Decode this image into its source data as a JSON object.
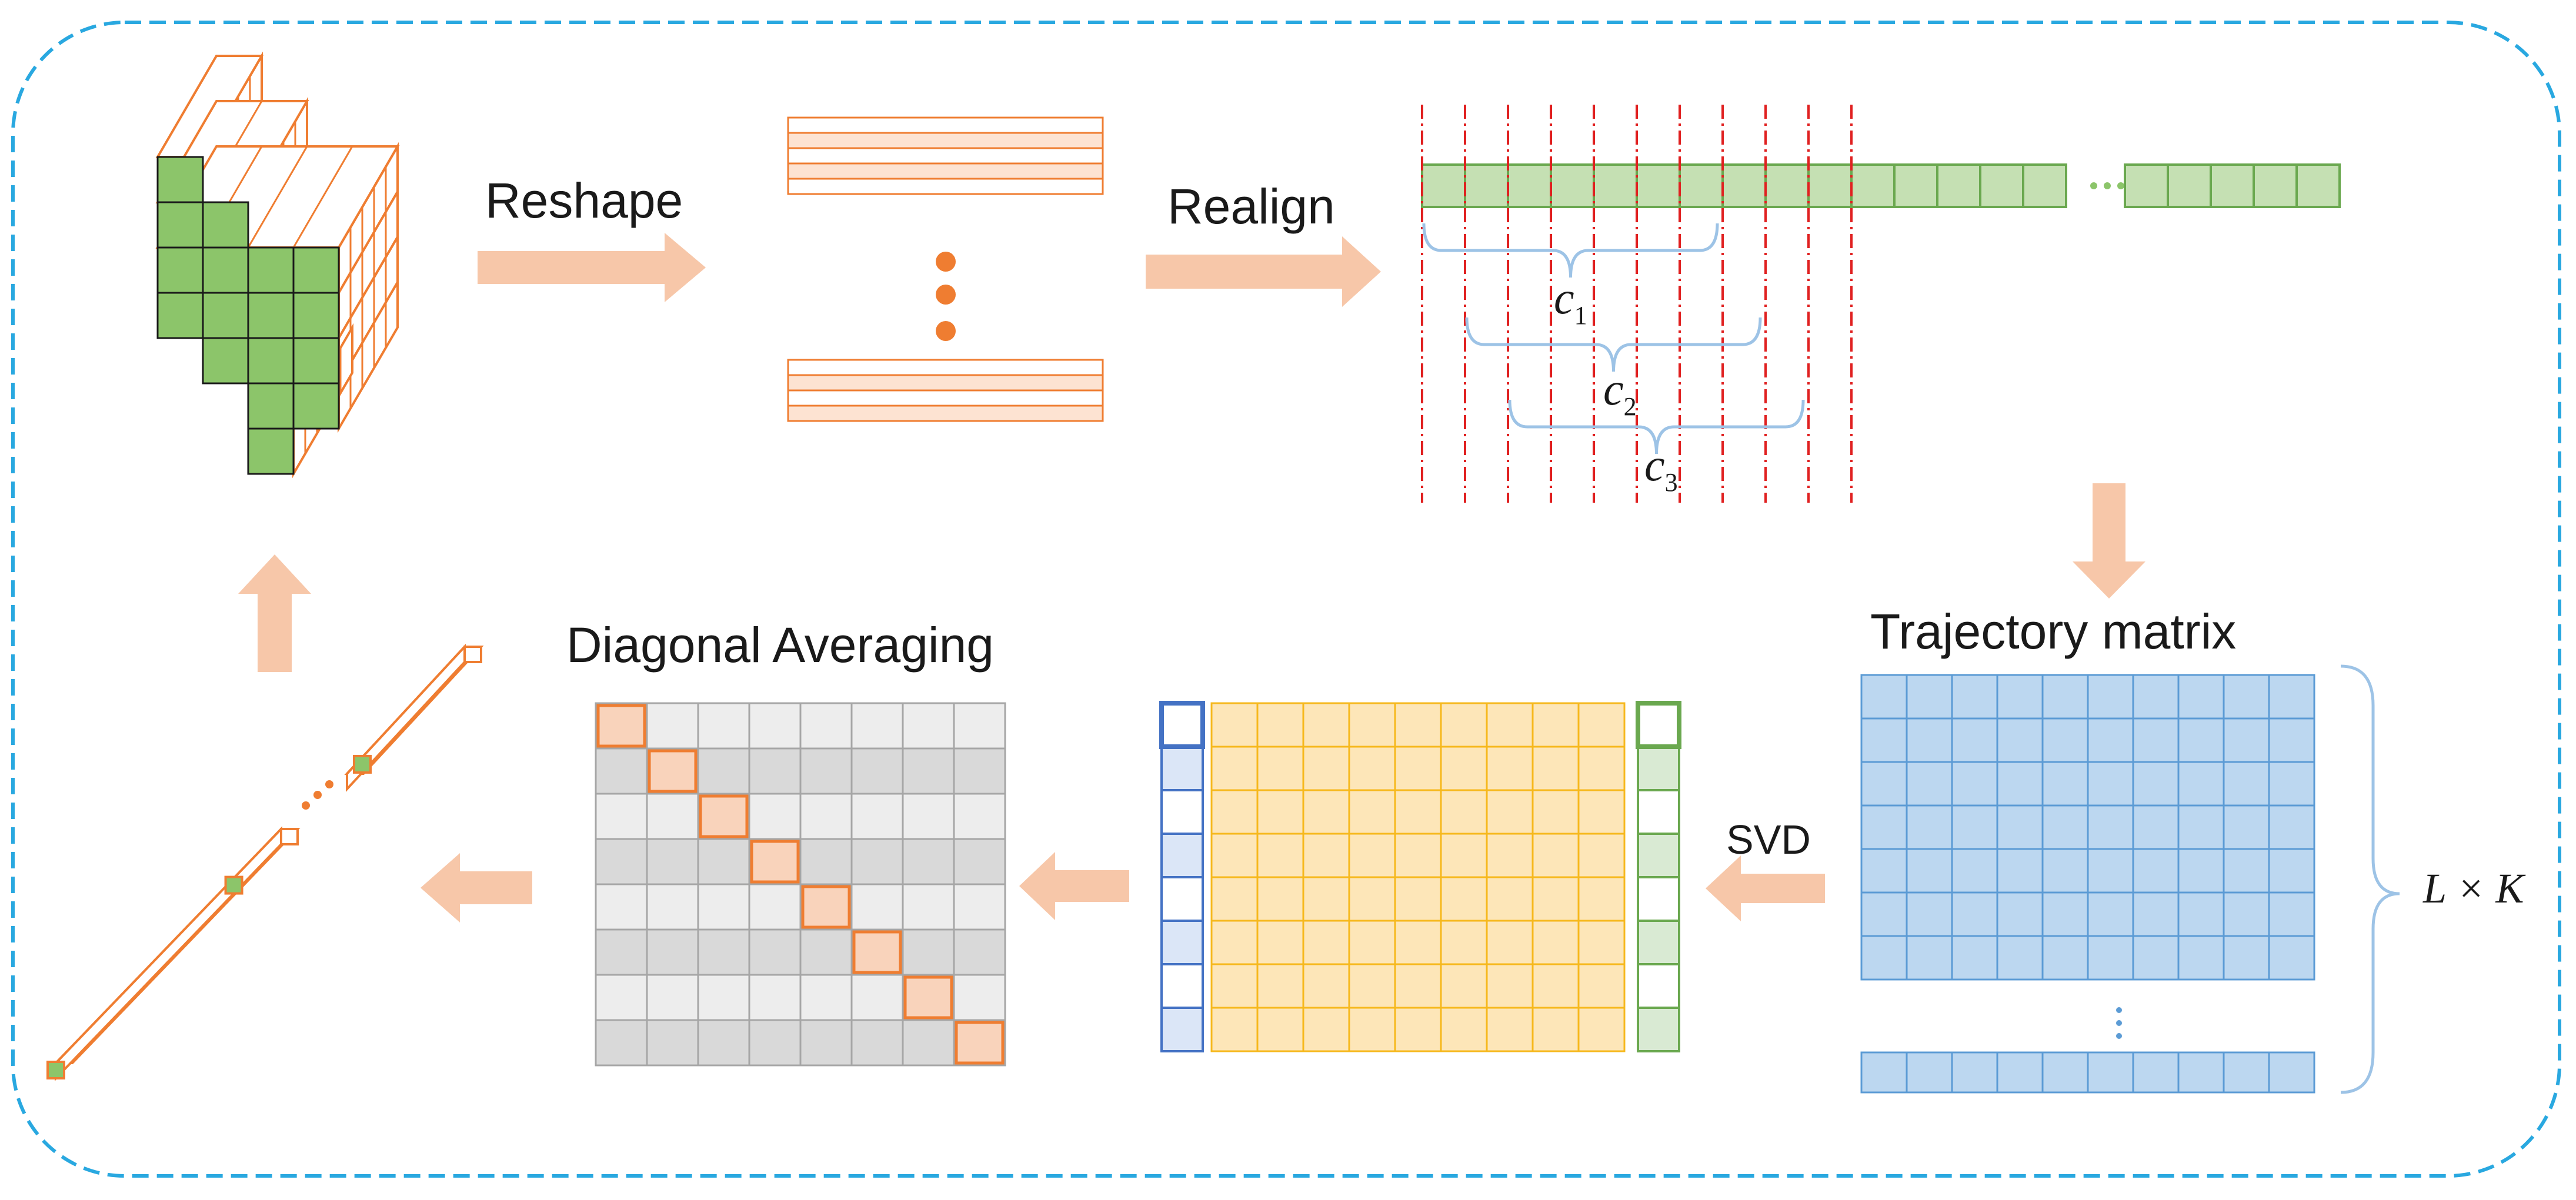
{
  "labels": {
    "reshape": "Reshape",
    "realign": "Realign",
    "trajectory_matrix": "Trajectory matrix",
    "svd": "SVD",
    "diagonal_averaging": "Diagonal Averaging",
    "matrix_dims": "L × K"
  },
  "window_labels": [
    {
      "letter": "c",
      "sub": "1"
    },
    {
      "letter": "c",
      "sub": "2"
    },
    {
      "letter": "c",
      "sub": "3"
    }
  ],
  "colors": {
    "frame": "#29a8e0",
    "arrow": "#f7c7a9",
    "orange": "#ef7d31",
    "green_fill": "#8cc56a",
    "green_light": "#c5e0b3",
    "green_stroke": "#6aa84f",
    "blue_fill": "#bcd7f0",
    "blue_stroke": "#5b9bd5",
    "yellow_fill": "#fde6b8",
    "yellow_stroke": "#f6b81c",
    "gray_dark": "#d9d9d9",
    "gray_light": "#ededed",
    "peach": "#f9d3bb",
    "red_dash": "#e02020"
  },
  "icons": {
    "ellipsis_dots": "three-dots-icon",
    "flow_arrows": "block-arrow-icon",
    "brace": "curly-brace-icon"
  }
}
